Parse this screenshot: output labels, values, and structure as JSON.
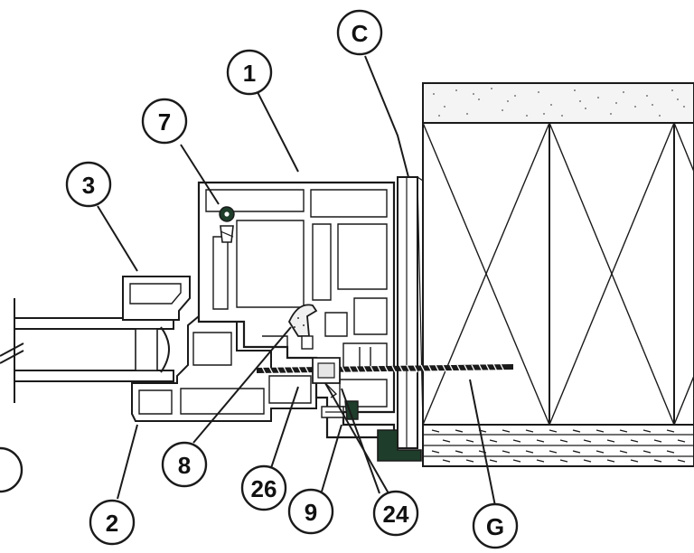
{
  "callouts": {
    "c1": "1",
    "c2": "2",
    "c3": "3",
    "c7": "7",
    "c8": "8",
    "c9": "9",
    "c24": "24",
    "c26": "26",
    "cC": "C",
    "cG": "G"
  },
  "colors": {
    "ink": "#1a1a1a",
    "seal": "#1e3d2a",
    "insulation_fill": "#f2f2f2"
  }
}
